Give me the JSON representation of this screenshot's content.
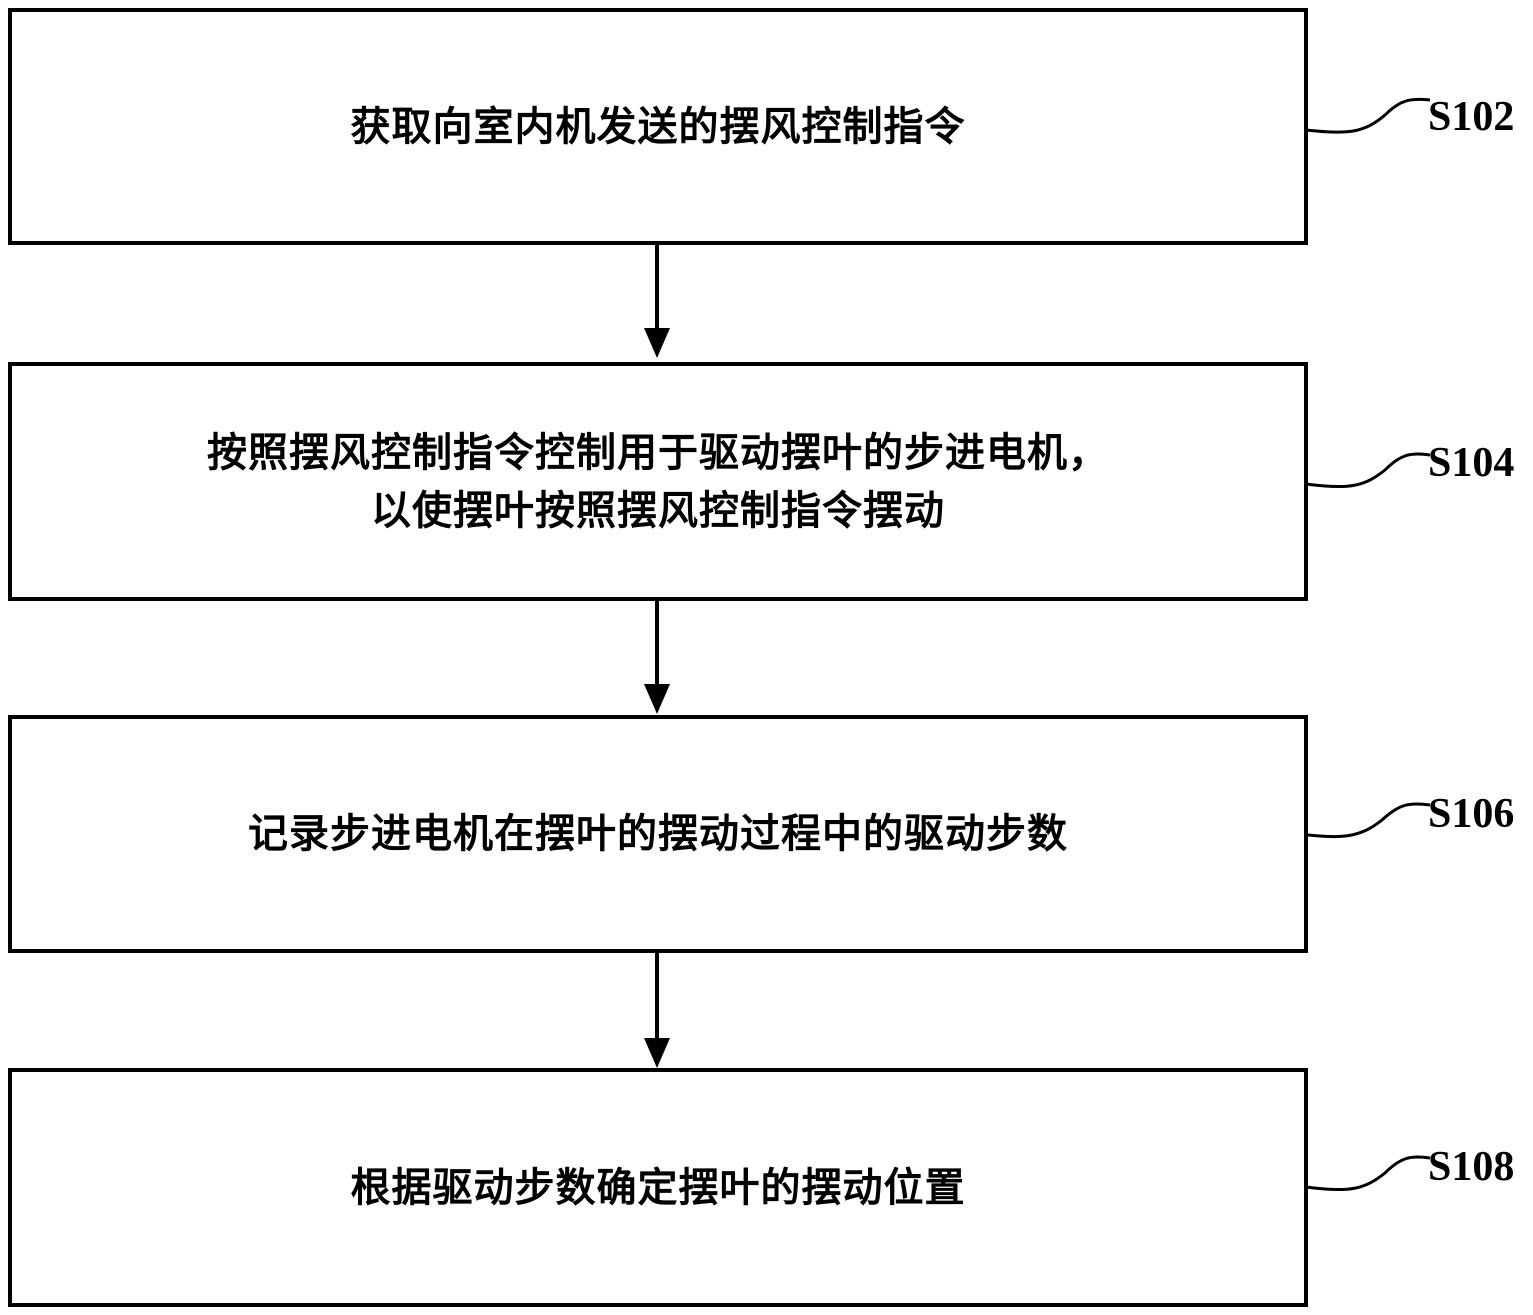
{
  "steps": [
    {
      "id": "S102",
      "lines": [
        "获取向室内机发送的摆风控制指令"
      ]
    },
    {
      "id": "S104",
      "lines": [
        "按照摆风控制指令控制用于驱动摆叶的步进电机，",
        "以使摆叶按照摆风控制指令摆动"
      ]
    },
    {
      "id": "S106",
      "lines": [
        "记录步进电机在摆叶的摆动过程中的驱动步数"
      ]
    },
    {
      "id": "S108",
      "lines": [
        "根据驱动步数确定摆叶的摆动位置"
      ]
    }
  ]
}
